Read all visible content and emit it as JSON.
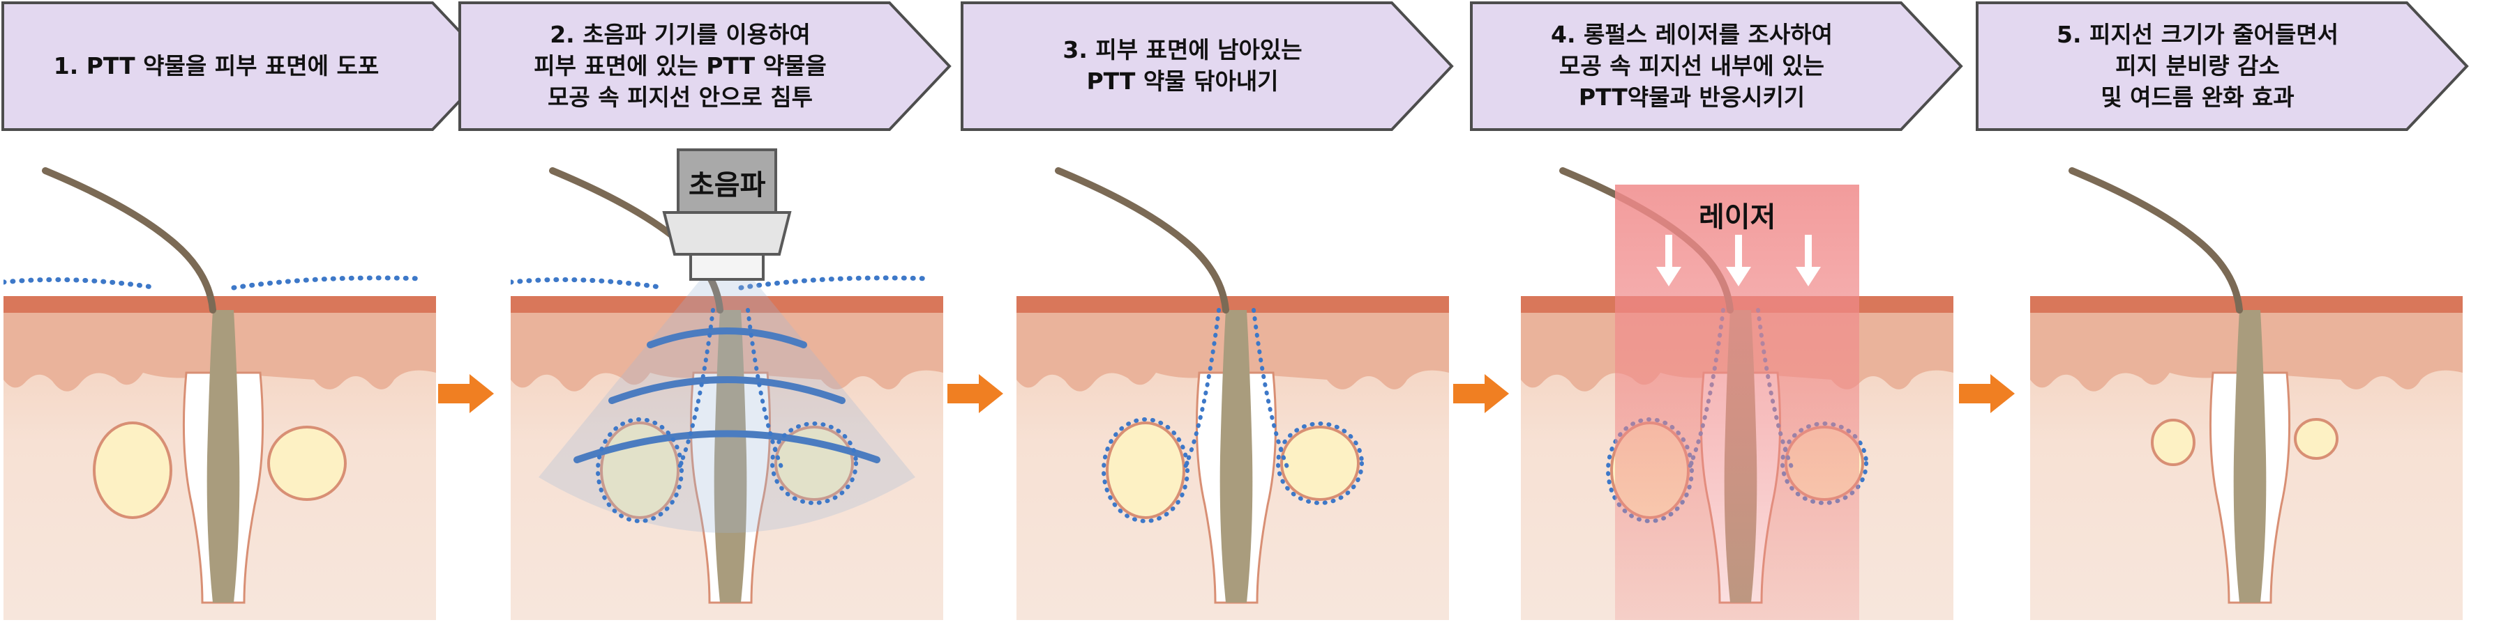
{
  "steps": [
    {
      "lines": [
        "1. PTT 약물을 피부 표면에 도포"
      ]
    },
    {
      "lines": [
        "2. 초음파 기기를 이용하여",
        "피부 표면에 있는 PTT 약물을",
        "모공 속 피지선 안으로 침투"
      ]
    },
    {
      "lines": [
        "3. 피부 표면에 남아있는",
        "PTT 약물 닦아내기"
      ]
    },
    {
      "lines": [
        "4. 롱펄스 레이저를 조사하여",
        "모공 속 피지선 내부에 있는",
        "PTT약물과 반응시키기"
      ]
    },
    {
      "lines": [
        "5. 피지선 크기가 줄어들면서",
        "피지 분비량 감소",
        "및 여드름 완화 효과"
      ]
    }
  ],
  "labels": {
    "ultrasound": "초음파",
    "laser": "레이저"
  },
  "colors": {
    "banner_fill": "#e3d8f0",
    "banner_stroke": "#4d4d4d",
    "skin_top": "#d9775a",
    "skin_mid": "#f2cdb8",
    "skin_deep": "#f7e6dc",
    "hair": "#7b6a55",
    "sebaceous": "#fdf1c4",
    "drug_dots": "#3d78c8",
    "ultrasound_wave": "#4b7cc0",
    "laser_beam": "#f08a8a",
    "step_arrow": "#f07f22"
  },
  "icons": [
    "step-arrow-icon",
    "laser-down-arrow-icon",
    "ultrasound-device-icon"
  ]
}
